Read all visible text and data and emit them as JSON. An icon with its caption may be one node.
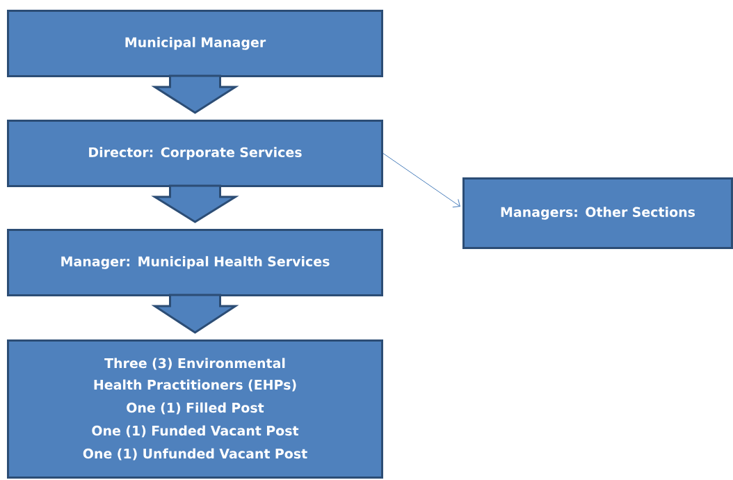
{
  "diagram": {
    "nodes": [
      {
        "text": [
          "Municipal Manager"
        ]
      },
      {
        "text": [
          "Director: Corporate Services"
        ]
      },
      {
        "text": [
          "Manager: Municipal Health Services"
        ]
      },
      {
        "text": [
          "Three (3) Environmental Health Practitioners (EHPs)",
          "One (1) Filled Post",
          "One (1) Funded Vacant Post",
          "One (1) Unfunded Vacant Post"
        ]
      },
      {
        "text": [
          "Managers: Other Sections"
        ]
      }
    ],
    "edges": [
      {
        "from": 0,
        "to": 1,
        "arrow": "to",
        "style": "thick"
      },
      {
        "from": 1,
        "to": 2,
        "arrow": "to",
        "style": "thick"
      },
      {
        "from": 2,
        "to": 3,
        "arrow": "to",
        "style": "thick"
      },
      {
        "from": 1,
        "to": 4,
        "arrow": "to",
        "color": "#4a7ebb"
      }
    ]
  }
}
